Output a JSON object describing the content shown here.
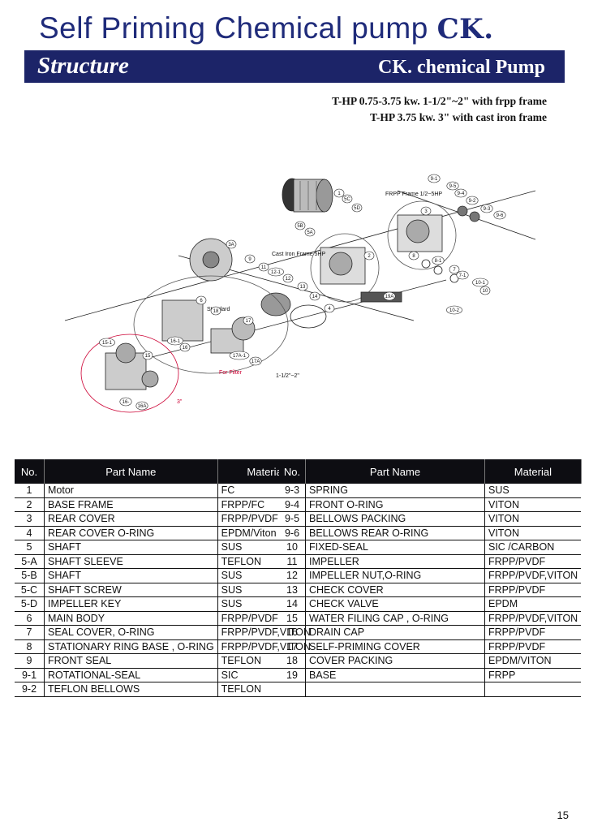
{
  "header": {
    "title": "Self Priming Chemical pump",
    "brand": "CK.",
    "section": "Structure",
    "subtitle": "CK. chemical Pump"
  },
  "specs": [
    "T-HP 0.75-3.75 kw. 1-1/2\"~2\" with frpp frame",
    "T-HP 3.75 kw. 3\" with cast iron frame"
  ],
  "diagram": {
    "labels": {
      "frpp_frame": "FRPP Frame 1/2~5HP",
      "cast_iron_frame": "Cast Iron Frame 5HP",
      "standard": "Standard",
      "for_filter": "For Filter",
      "size_small": "1-1/2\"~2\"",
      "size_large": "3\""
    },
    "callouts": [
      "1",
      "5C",
      "5D",
      "5B",
      "5A",
      "3A",
      "9",
      "11",
      "12-1",
      "12",
      "13",
      "14",
      "4",
      "6",
      "18",
      "17",
      "16-1",
      "16",
      "17A-1",
      "17A",
      "15-1",
      "15",
      "16-",
      "16A",
      "2",
      "3",
      "19A",
      "8",
      "8-1",
      "7",
      "7-1",
      "10-1",
      "10",
      "10-2",
      "9-1",
      "9-5",
      "9-4",
      "9-2",
      "9-3",
      "9-6"
    ]
  },
  "table": {
    "headers": [
      "No.",
      "Part Name",
      "Material"
    ],
    "left": [
      [
        "1",
        "Motor",
        "FC"
      ],
      [
        "2",
        "BASE FRAME",
        "FRPP/FC"
      ],
      [
        "3",
        "REAR COVER",
        "FRPP/PVDF"
      ],
      [
        "4",
        "REAR COVER O-RING",
        "EPDM/Viton"
      ],
      [
        "5",
        "SHAFT",
        "SUS"
      ],
      [
        "5-A",
        "SHAFT SLEEVE",
        "TEFLON"
      ],
      [
        "5-B",
        "SHAFT",
        "SUS"
      ],
      [
        "5-C",
        "SHAFT SCREW",
        "SUS"
      ],
      [
        "5-D",
        "IMPELLER KEY",
        "SUS"
      ],
      [
        "6",
        "MAIN BODY",
        "FRPP/PVDF"
      ],
      [
        "7",
        "SEAL COVER, O-RING",
        "FRPP/PVDF,VITON"
      ],
      [
        "8",
        "STATIONARY RING BASE , O-RING",
        "FRPP/PVDF,VITON"
      ],
      [
        "9",
        "FRONT SEAL",
        "TEFLON"
      ],
      [
        "9-1",
        "ROTATIONAL-SEAL",
        "SIC"
      ],
      [
        "9-2",
        "TEFLON BELLOWS",
        "TEFLON"
      ]
    ],
    "right": [
      [
        "9-3",
        "SPRING",
        "SUS"
      ],
      [
        "9-4",
        "FRONT O-RING",
        "VITON"
      ],
      [
        "9-5",
        "BELLOWS PACKING",
        "VITON"
      ],
      [
        "9-6",
        "BELLOWS REAR O-RING",
        "VITON"
      ],
      [
        "10",
        "FIXED-SEAL",
        "SIC /CARBON"
      ],
      [
        "11",
        "IMPELLER",
        "FRPP/PVDF"
      ],
      [
        "12",
        "IMPELLER NUT,O-RING",
        "FRPP/PVDF,VITON"
      ],
      [
        "13",
        "CHECK COVER",
        "FRPP/PVDF"
      ],
      [
        "14",
        "CHECK VALVE",
        "EPDM"
      ],
      [
        "15",
        "WATER FILING CAP , O-RING",
        "FRPP/PVDF,VITON"
      ],
      [
        "16",
        "DRAIN CAP",
        "FRPP/PVDF"
      ],
      [
        "17",
        "SELF-PRIMING COVER",
        "FRPP/PVDF"
      ],
      [
        "18",
        "COVER PACKING",
        "EPDM/VITON"
      ],
      [
        "19",
        "BASE",
        "FRPP"
      ],
      [
        "",
        "",
        ""
      ]
    ]
  },
  "page_number": "15"
}
